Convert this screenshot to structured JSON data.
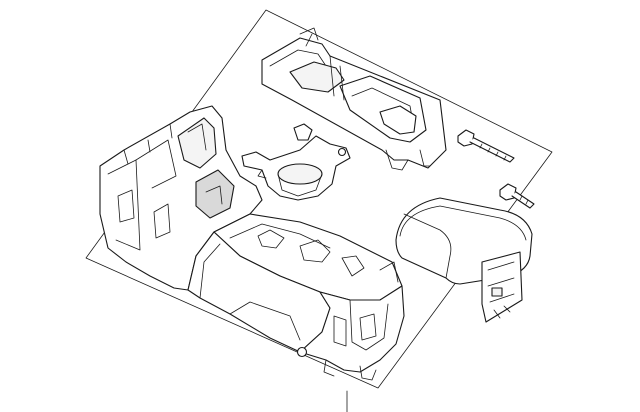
{
  "diagram": {
    "background_color": "#ffffff",
    "line_color": "#1a1a1a",
    "parts": [
      "console-assembly",
      "shifter-bezel",
      "cup-holder-insert",
      "armrest-lid",
      "bolt",
      "screw"
    ]
  }
}
